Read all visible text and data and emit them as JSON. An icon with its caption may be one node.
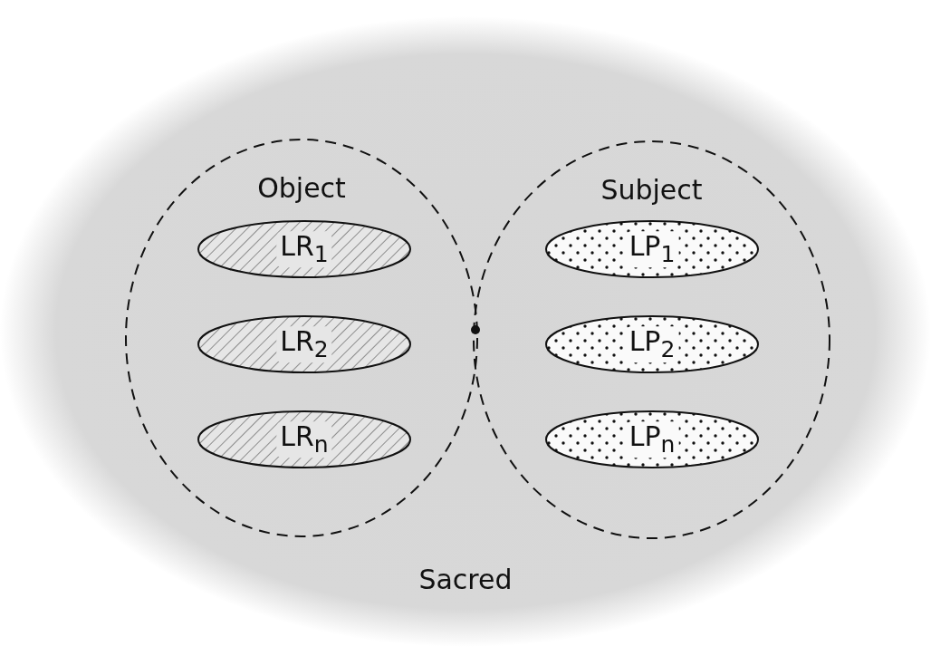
{
  "diagram": {
    "nodes": [
      {
        "text": [
          "Sacred"
        ]
      },
      {
        "text": [
          "Object"
        ],
        "in": 0
      },
      {
        "text": [
          "LR$_{1}$"
        ],
        "in": 1
      },
      {
        "text": [
          "LR$_{2}$"
        ],
        "in": 1
      },
      {
        "text": [
          "LR$_{n}$"
        ],
        "in": 1
      },
      {
        "text": [
          "Subject"
        ],
        "in": 0
      },
      {
        "text": [
          "LP$_{1}$"
        ],
        "in": 5
      },
      {
        "text": [
          "LP$_{2}$"
        ],
        "in": 5
      },
      {
        "text": [
          "LP$_{n}$"
        ],
        "in": 5
      }
    ],
    "edges": []
  }
}
